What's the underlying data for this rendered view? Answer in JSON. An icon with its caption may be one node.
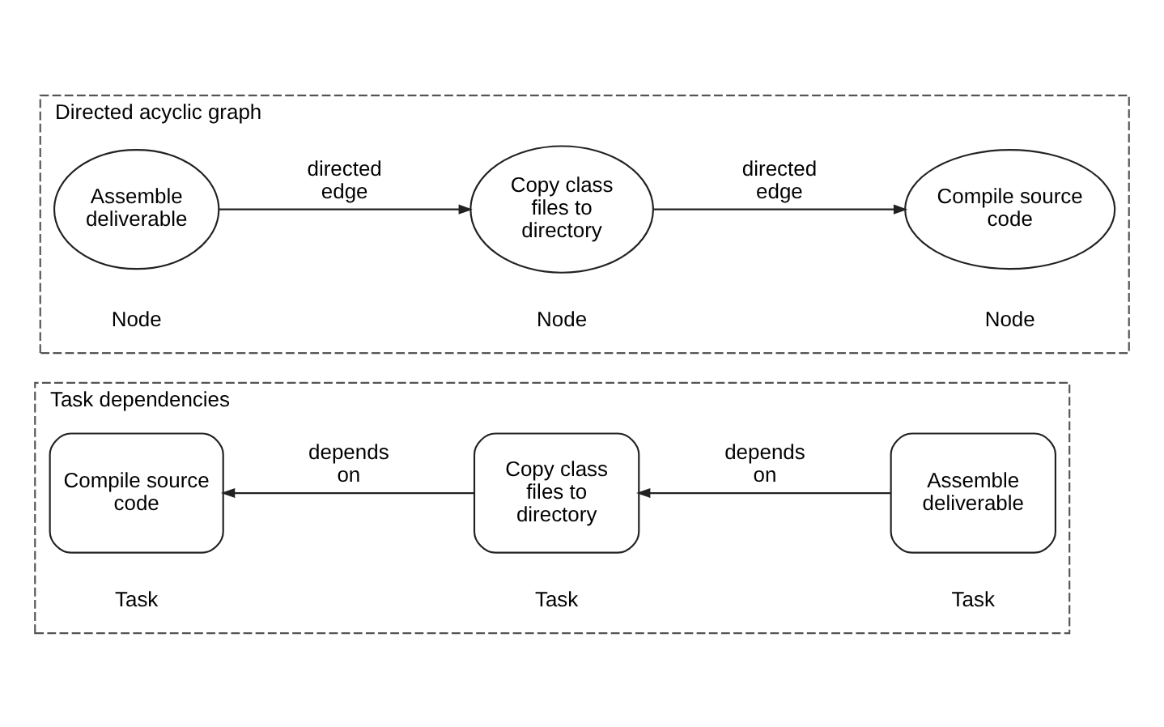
{
  "diagram": {
    "nodes": [
      {
        "text": [
          "Directed acyclic graph"
        ]
      },
      {
        "text": [
          "Assemble deliverable"
        ],
        "in": 0,
        "beside": [
          "Node"
        ]
      },
      {
        "text": [
          "Copy class files to directory"
        ],
        "in": 0,
        "beside": [
          "Node"
        ]
      },
      {
        "text": [
          "Compile source code"
        ],
        "in": 0,
        "beside": [
          "Node"
        ]
      },
      {
        "text": [
          "Task dependencies"
        ]
      },
      {
        "text": [
          "Compile source code"
        ],
        "in": 4,
        "beside": [
          "Task"
        ]
      },
      {
        "text": [
          "Copy class files to directory"
        ],
        "in": 4,
        "beside": [
          "Task"
        ]
      },
      {
        "text": [
          "Assemble deliverable"
        ],
        "in": 4,
        "beside": [
          "Task"
        ]
      }
    ],
    "edges": [
      {
        "from": 1,
        "to": 2,
        "arrow": "to",
        "label": "directed edge"
      },
      {
        "from": 2,
        "to": 3,
        "arrow": "to",
        "label": "directed edge"
      },
      {
        "from": 7,
        "to": 6,
        "arrow": "to",
        "label": "depends on"
      },
      {
        "from": 6,
        "to": 5,
        "arrow": "to",
        "label": "depends on"
      }
    ]
  }
}
